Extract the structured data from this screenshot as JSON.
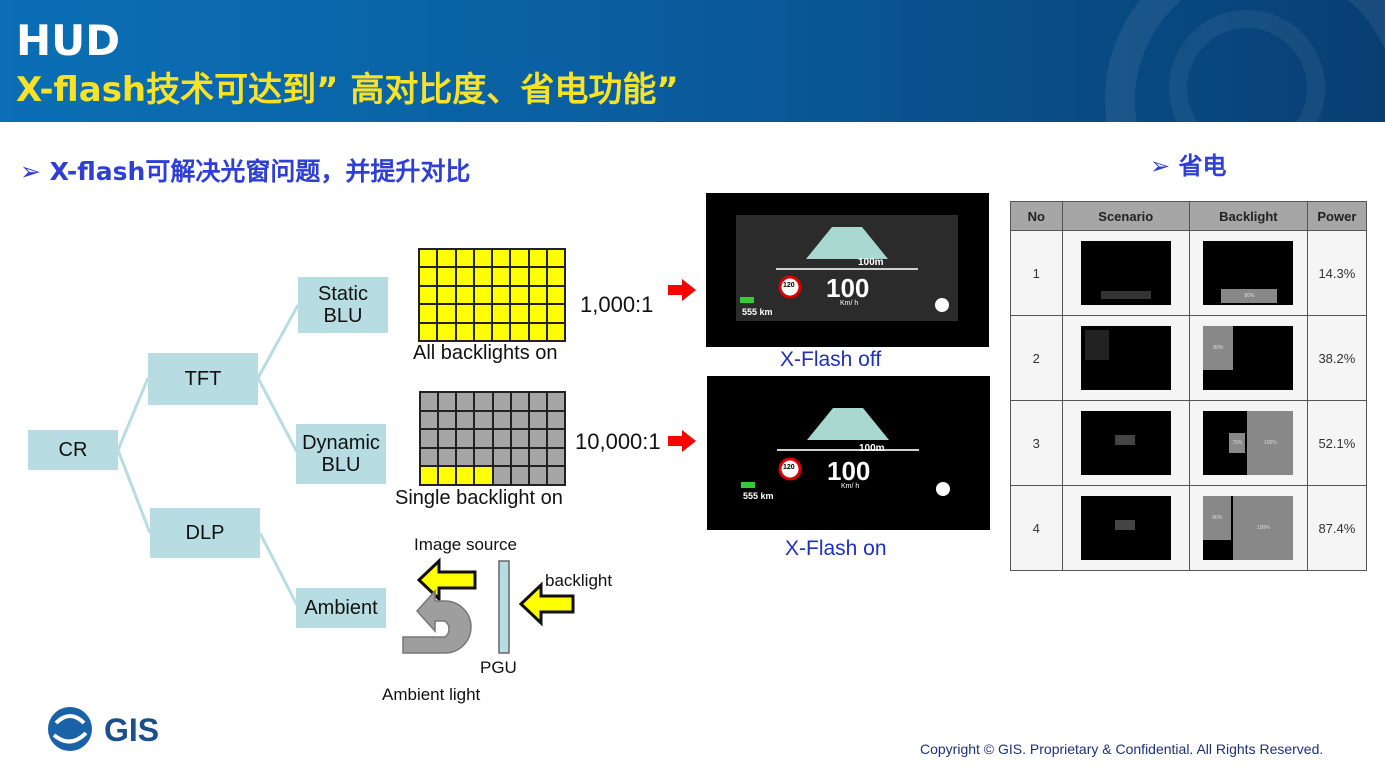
{
  "header": {
    "title": "HUD",
    "subtitle": "X-flash技术可达到” 高对比度、省电功能”"
  },
  "left_bullet": "➢ X-flash可解决光窗问题，并提升对比",
  "right_bullet": "➢ 省电",
  "tree": {
    "cr": "CR",
    "tft": "TFT",
    "dlp": "DLP",
    "static_blu": "Static BLU",
    "dynamic_blu": "Dynamic BLU",
    "ambient": "Ambient"
  },
  "backlight": {
    "all_on_label": "All backlights on",
    "all_on_ratio": "1,000:1",
    "single_on_label": "Single backlight on",
    "single_on_ratio": "10,000:1"
  },
  "ambient_diagram": {
    "image_source": "Image source",
    "backlight": "backlight",
    "pgu": "PGU",
    "ambient_light": "Ambient light"
  },
  "hud_off": {
    "caption": "X-Flash off",
    "distance": "100m",
    "speed": "100",
    "speed_unit": "Km/ h",
    "limit": "120",
    "range": "555 km"
  },
  "hud_on": {
    "caption": "X-Flash on",
    "distance": "100m",
    "speed": "100",
    "speed_unit": "Km/ h",
    "limit": "120",
    "range": "555 km"
  },
  "power_table": {
    "headers": [
      "No",
      "Scenario",
      "Backlight",
      "Power"
    ],
    "rows": [
      {
        "no": "1",
        "power": "14.3%",
        "bl1": "80%",
        "bl2": ""
      },
      {
        "no": "2",
        "power": "38.2%",
        "bl1": "80%",
        "bl2": ""
      },
      {
        "no": "3",
        "power": "52.1%",
        "bl1": "75%",
        "bl2": "100%"
      },
      {
        "no": "4",
        "power": "87.4%",
        "bl1": "80%",
        "bl2": "100%"
      }
    ]
  },
  "footer": "Copyright © GIS. Proprietary & Confidential. All Rights Reserved.",
  "logo_text": "GIS",
  "colors": {
    "header_blue": "#0a5ea0",
    "subtitle_yellow": "#f7e227",
    "bullet_blue": "#2f3fd6",
    "node_fill": "#b7dde2",
    "grid_yellow": "#ffff00",
    "grid_gray": "#a6a6a6",
    "arrow_red": "#ff0000"
  }
}
